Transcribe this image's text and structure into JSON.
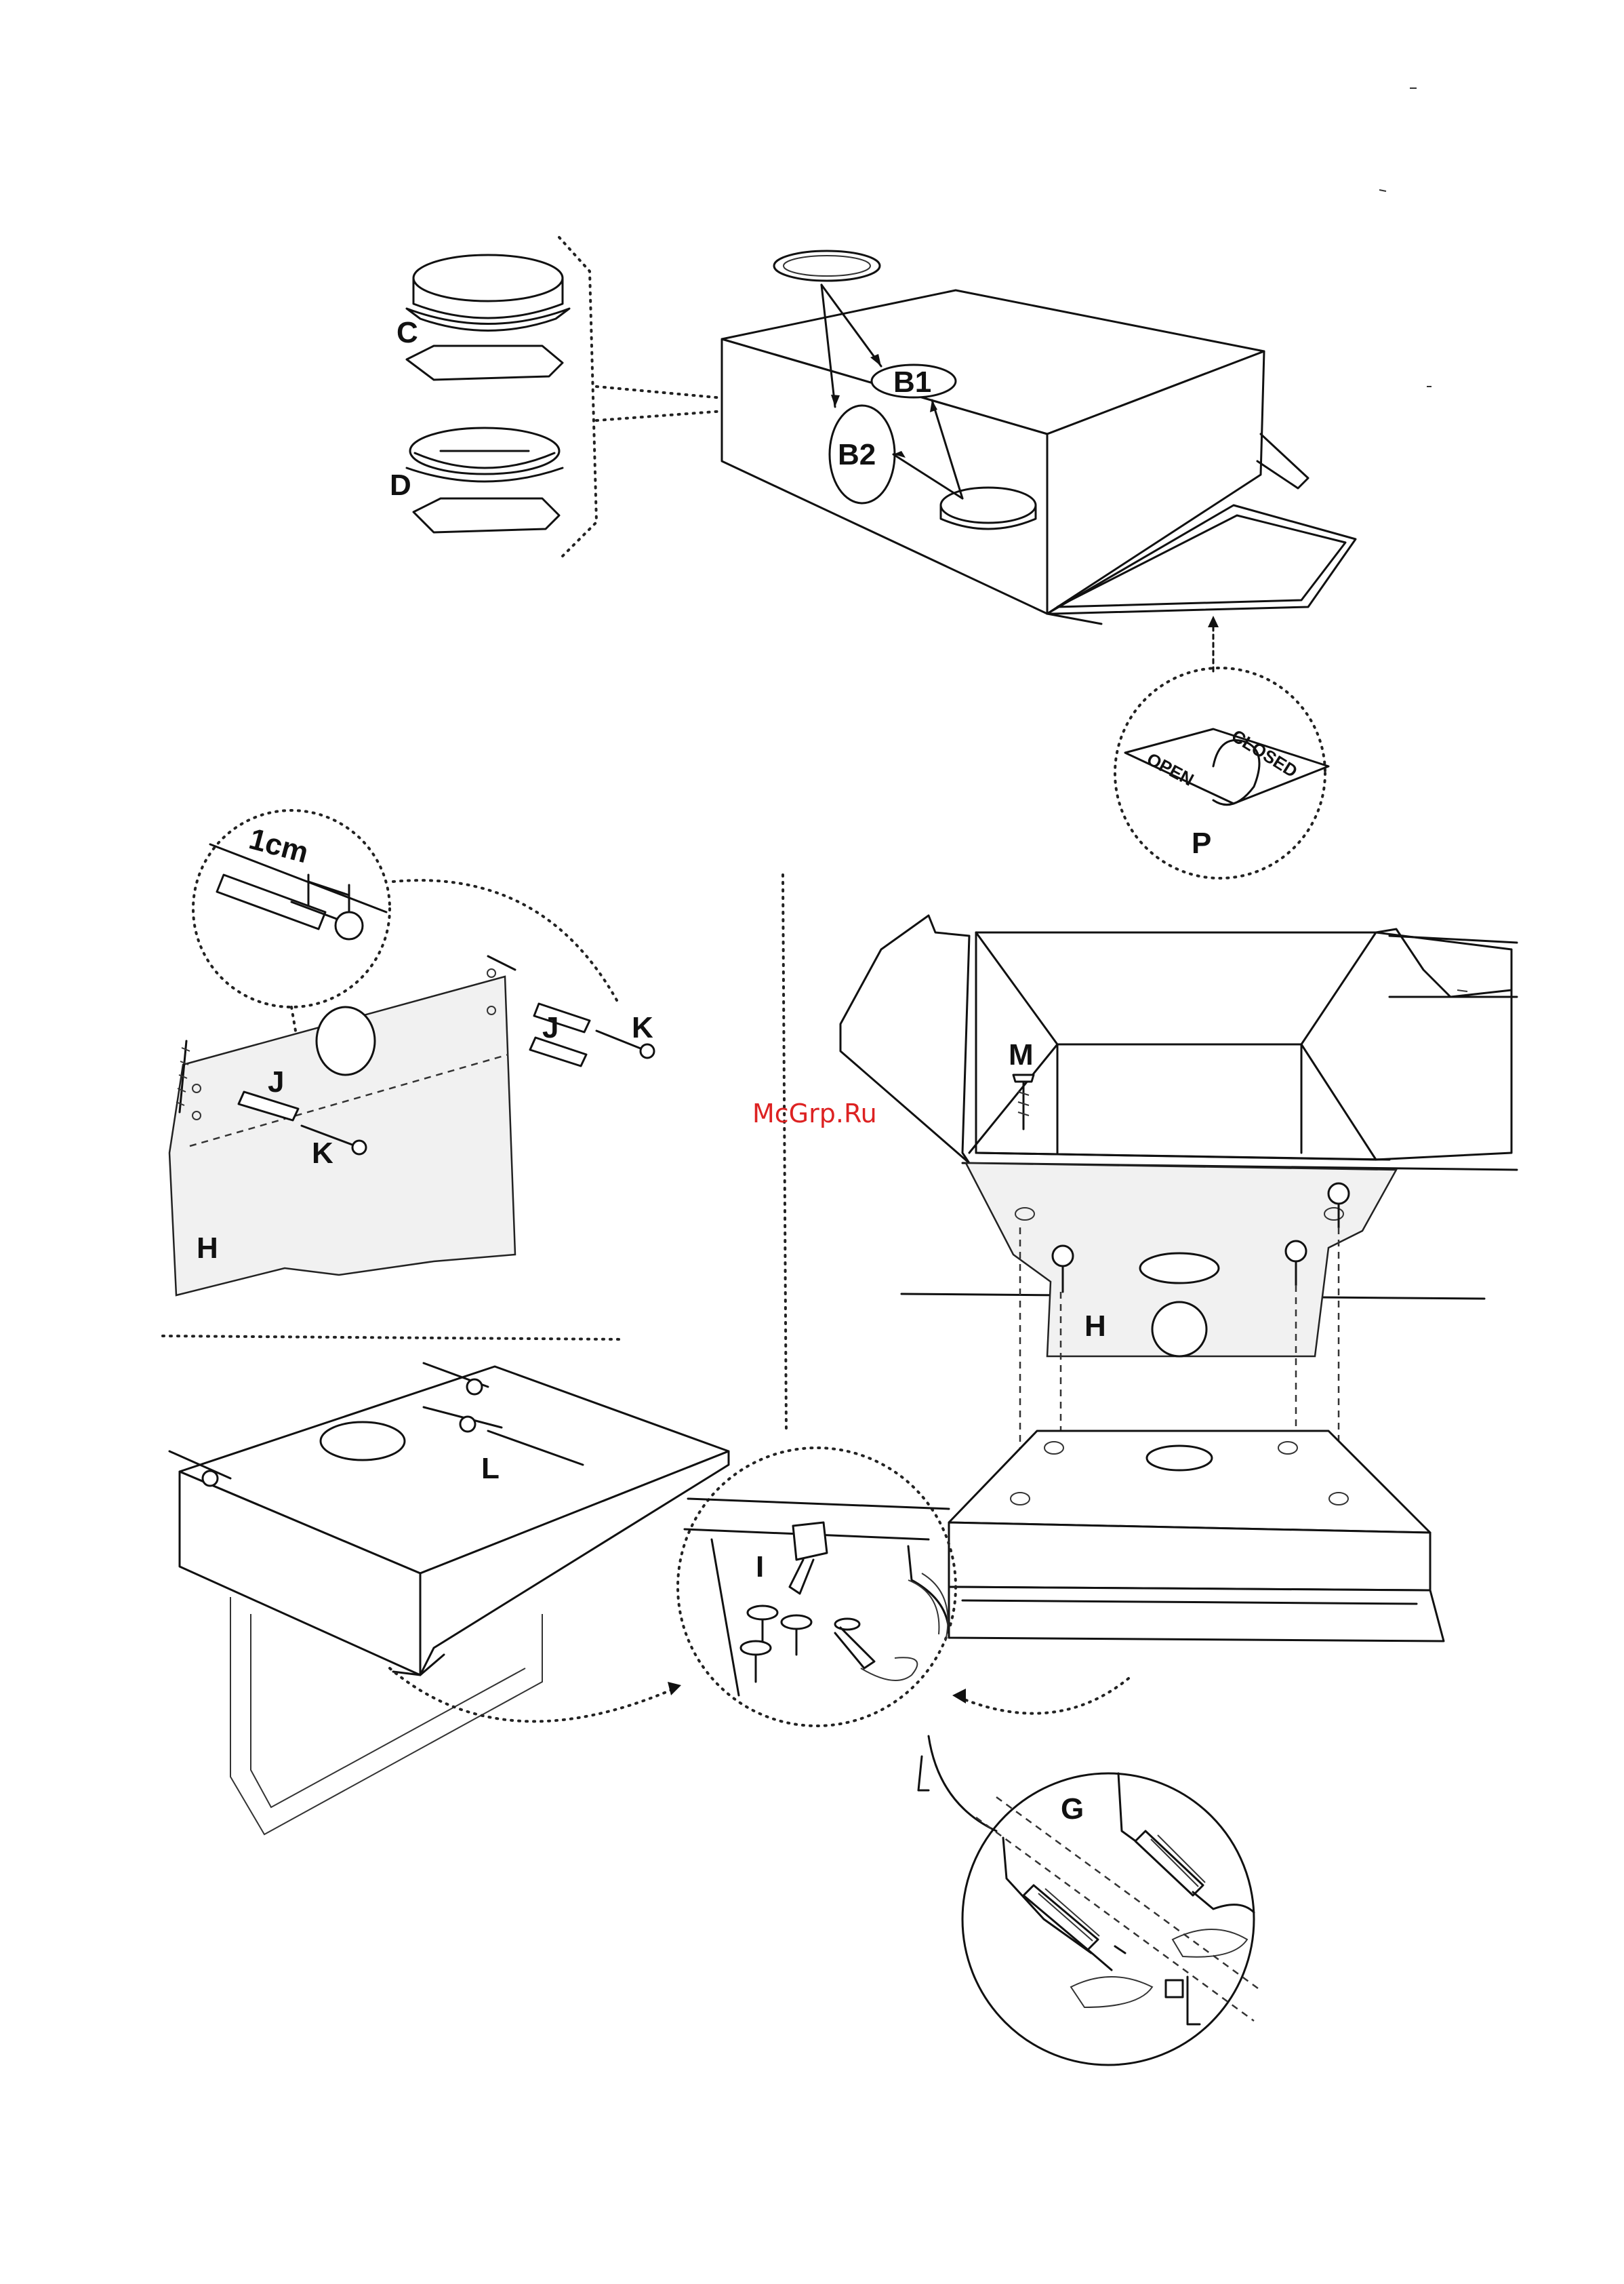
{
  "labels": {
    "c": "C",
    "d": "D",
    "b1": "B1",
    "b2": "B2",
    "p": "P",
    "open": "OPEN",
    "closed": "CLOSED",
    "dim": "1cm",
    "j_right": "J",
    "k_right": "K",
    "j_left": "J",
    "k_left": "K",
    "h_left": "H",
    "m": "M",
    "h_right": "H",
    "l": "L",
    "i": "I",
    "g": "G"
  },
  "watermark": "McGrp.Ru",
  "colors": {
    "line": "#111111",
    "watermark": "#dd2222",
    "wall": "#f1f1f1"
  }
}
